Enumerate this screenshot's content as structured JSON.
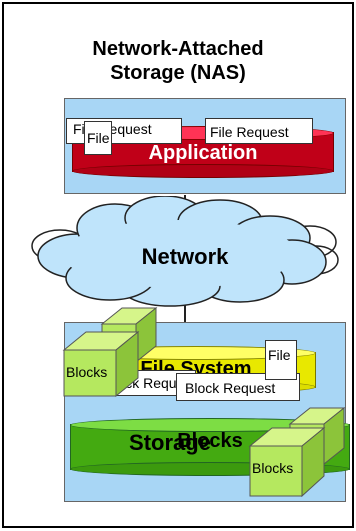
{
  "title": {
    "line1": "Network-Attached",
    "line2": "Storage (NAS)"
  },
  "application": {
    "label": "Application",
    "request_left": "File Request",
    "request_right": "File Request",
    "file_doc": "File"
  },
  "network": {
    "label": "Network"
  },
  "file_system": {
    "label": "File System",
    "request_left": "Block Request",
    "request_right": "Block  Request",
    "file_doc": "File",
    "blocks": "Blocks"
  },
  "storage": {
    "label": "Storage",
    "blocks": "Blocks"
  },
  "colors": {
    "panel": "#a8d6f5",
    "application": "#e8102a",
    "network": "#bfe4fb",
    "file_system": "#ffff33",
    "storage": "#5fcc22",
    "blocks": "#b5e85f"
  }
}
